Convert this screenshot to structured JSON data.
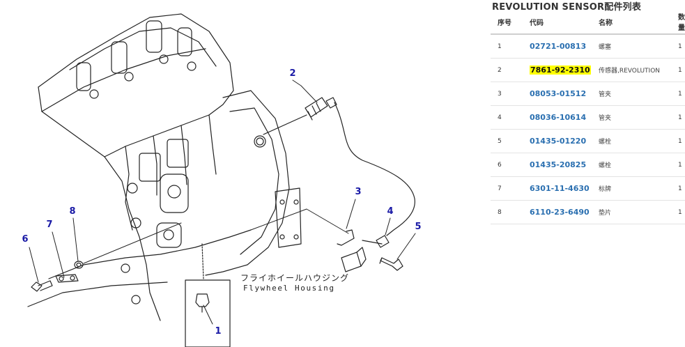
{
  "panel": {
    "title": "REVOLUTION SENSOR配件列表",
    "columns": {
      "no": "序号",
      "code": "代码",
      "name": "名称",
      "qty": "数量"
    },
    "rows": [
      {
        "no": "1",
        "code": "02721-00813",
        "name": "螺塞",
        "qty": "1",
        "highlight": false
      },
      {
        "no": "2",
        "code": "7861-92-2310",
        "name": "传感器,REVOLUTION",
        "qty": "1",
        "highlight": true
      },
      {
        "no": "3",
        "code": "08053-01512",
        "name": "管夹",
        "qty": "1",
        "highlight": false
      },
      {
        "no": "4",
        "code": "08036-10614",
        "name": "管夹",
        "qty": "1",
        "highlight": false
      },
      {
        "no": "5",
        "code": "01435-01220",
        "name": "螺栓",
        "qty": "1",
        "highlight": false
      },
      {
        "no": "6",
        "code": "01435-20825",
        "name": "螺栓",
        "qty": "1",
        "highlight": false
      },
      {
        "no": "7",
        "code": "6301-11-4630",
        "name": "标牌",
        "qty": "1",
        "highlight": false
      },
      {
        "no": "8",
        "code": "6110-23-6490",
        "name": "垫片",
        "qty": "1",
        "highlight": false
      }
    ]
  },
  "diagram": {
    "annotation_jp": "フライホイールハウジング",
    "annotation_en": "Flywheel Housing",
    "callouts": [
      "1",
      "2",
      "3",
      "4",
      "5",
      "6",
      "7",
      "8"
    ],
    "callout_color": "#1a1aa6",
    "highlight_color": "#ffff00",
    "link_color": "#2a6fb0"
  }
}
